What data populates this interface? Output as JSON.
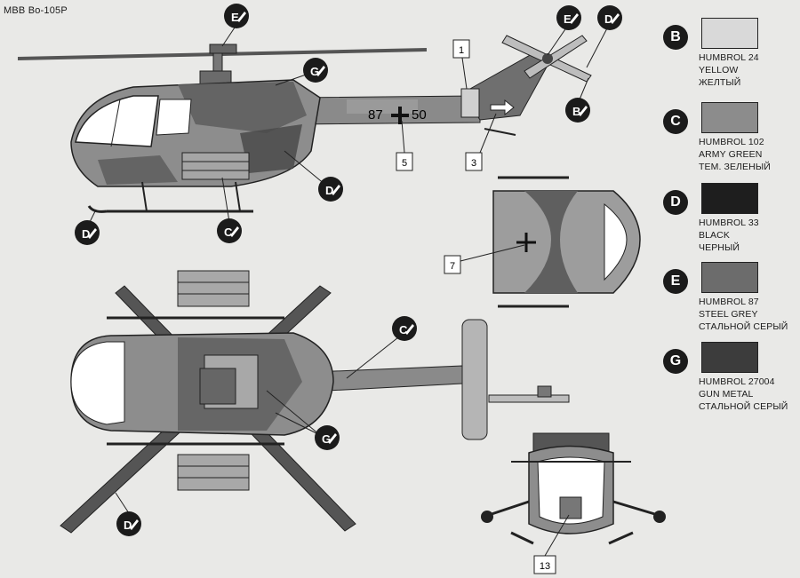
{
  "title": "MBB Bo-105P",
  "colors": [
    {
      "code": "B",
      "name": "HUMBROL 24\nYELLOW\nЖЕЛТЫЙ",
      "hex": "#d9d9d9"
    },
    {
      "code": "C",
      "name": "HUMBROL 102\nARMY GREEN\nТЕМ. ЗЕЛЕНЫЙ",
      "hex": "#8c8c8c"
    },
    {
      "code": "D",
      "name": "HUMBROL 33\nBLACK\nЧЕРНЫЙ",
      "hex": "#1e1e1e"
    },
    {
      "code": "E",
      "name": "HUMBROL 87\nSTEEL GREY\nСТАЛЬНОЙ СЕРЫЙ",
      "hex": "#6c6c6c"
    },
    {
      "code": "G",
      "name": "HUMBROL 27004\nGUN METAL\nСТАЛЬНОЙ СЕРЫЙ",
      "hex": "#3c3c3c"
    }
  ],
  "markers": {
    "b": "B",
    "c": "C",
    "d": "D",
    "e": "E",
    "g": "G"
  },
  "decals": {
    "n1": "1",
    "n3": "3",
    "n5": "5",
    "n7": "7",
    "n13": "13"
  },
  "tail_code": {
    "left": "87",
    "right": "50"
  }
}
